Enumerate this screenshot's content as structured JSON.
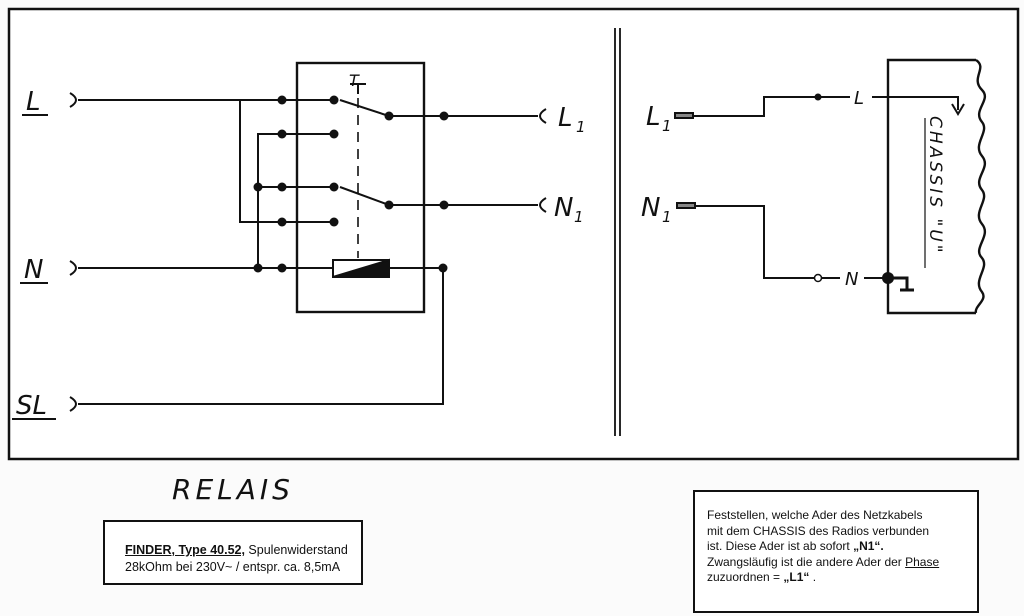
{
  "left_diagram": {
    "terminal_L": "L",
    "terminal_N": "N",
    "terminal_SL": "SL",
    "output_L1": "L",
    "output_L1_sub": "1",
    "output_N1": "N",
    "output_N1_sub": "1",
    "switch_marker": "T"
  },
  "right_diagram": {
    "lead_L1": "L",
    "lead_L1_sub": "1",
    "lead_N1": "N",
    "lead_N1_sub": "1",
    "label_L": "L",
    "label_N": "N",
    "chassis_label": "CHASSIS \"U\""
  },
  "title": "RELAIS",
  "finder_box": {
    "name": "FINDER, Type 40.52,",
    "line1_rest": " Spulenwiderstand",
    "line2": "28kOhm bei 230V~ / entspr. ca. 8,5mA"
  },
  "note_box": {
    "line1": "Feststellen, welche Ader des Netzkabels",
    "line2": "mit dem CHASSIS des Radios verbunden",
    "line3_a": "ist. Diese Ader ist ab sofort ",
    "line3_b": "„N1“.",
    "line4": "Zwangsläufig ist die andere Ader der ",
    "line4_phase": "Phase",
    "line5_a": "zuzuordnen = ",
    "line5_b": "„L1“",
    "line5_c": " ."
  }
}
